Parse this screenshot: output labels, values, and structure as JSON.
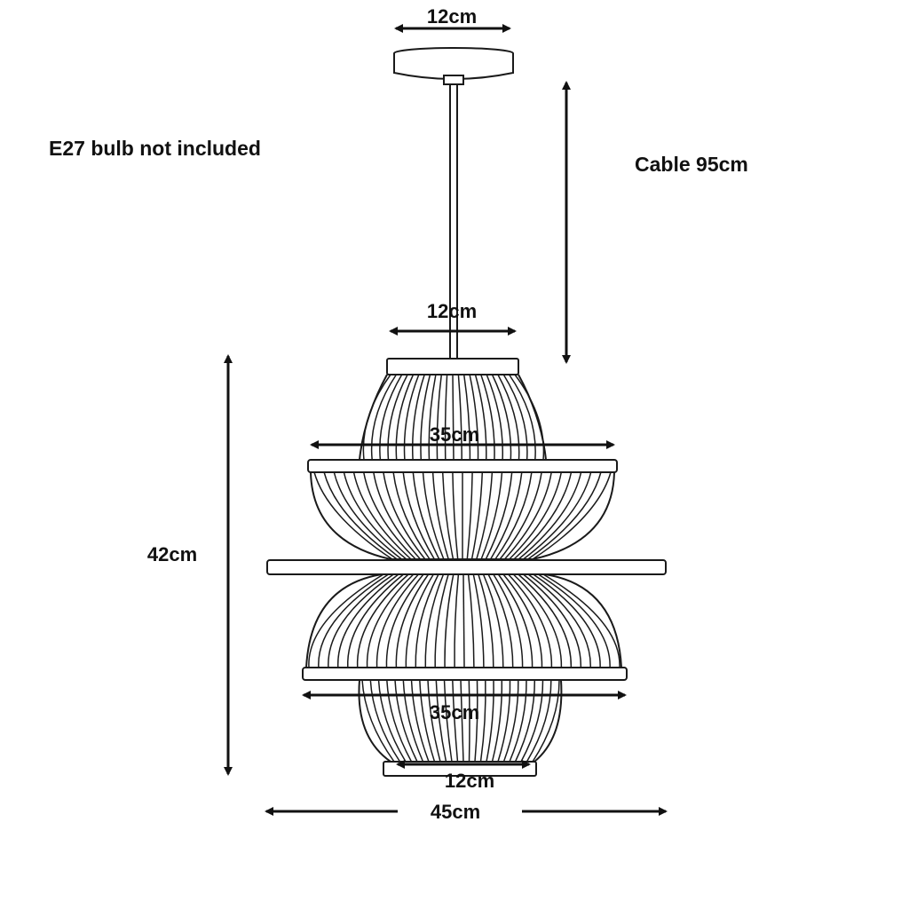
{
  "notes": {
    "bulb": "E27 bulb not included",
    "cable": "Cable 95cm"
  },
  "dimensions": {
    "canopy_width": "12cm",
    "top_ring_width": "12cm",
    "upper_tier_width": "35cm",
    "lower_tier_width": "35cm",
    "bottom_ring_width": "12cm",
    "overall_width": "45cm",
    "overall_height": "42cm"
  },
  "colors": {
    "line": "#1a1a1a",
    "background": "#ffffff"
  }
}
